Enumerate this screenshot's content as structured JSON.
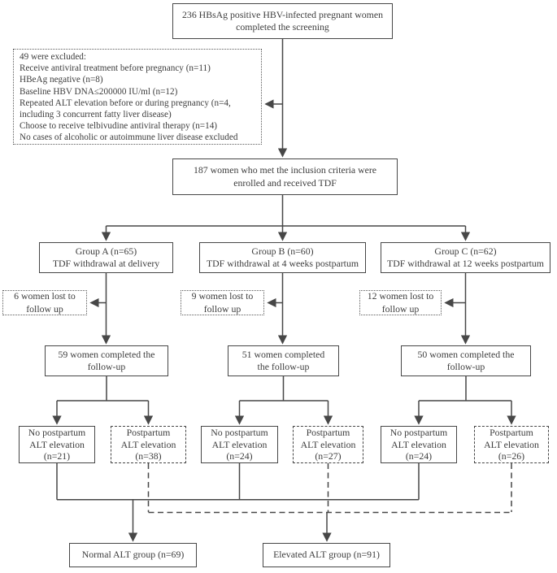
{
  "figure": {
    "background": "#ffffff",
    "line_color": "#474747",
    "text_color": "#3d3d3d",
    "nodes": {
      "screening": "236 HBsAg positive HBV-infected pregnant women\ncompleted the screening",
      "excluded": "49 were excluded:\nReceive antiviral treatment before pregnancy (n=11)\nHBeAg negative (n=8)\nBaseline HBV DNA≤200000 IU/ml (n=12)\nRepeated ALT elevation before or during pregnancy (n=4,\nincluding 3 concurrent fatty liver disease)\nChoose to receive telbivudine antiviral therapy (n=14)\nNo cases of alcoholic or autoimmune liver disease excluded",
      "enrolled": "187 women who met the inclusion criteria were\nenrolled and received TDF",
      "group_a": "Group A (n=65)\nTDF withdrawal at delivery",
      "group_b": "Group B (n=60)\nTDF withdrawal at 4 weeks postpartum",
      "group_c": "Group C (n=62)\nTDF withdrawal at 12 weeks postpartum",
      "lost_a": "6 women lost to\nfollow up",
      "lost_b": "9 women lost to\nfollow up",
      "lost_c": "12 women lost to\nfollow up",
      "completed_a": "59 women completed the\nfollow-up",
      "completed_b": "51 women completed\nthe follow-up",
      "completed_c": "50 women completed the\nfollow-up",
      "no_alt_a": "No postpartum\nALT elevation\n(n=21)",
      "alt_a": "Postpartum\nALT elevation\n(n=38)",
      "no_alt_b": "No postpartum\nALT elevation\n(n=24)",
      "alt_b": "Postpartum\nALT elevation\n(n=27)",
      "no_alt_c": "No postpartum\nALT elevation\n(n=24)",
      "alt_c": "Postpartum\nALT elevation\n(n=26)",
      "normal_group": "Normal ALT group (n=69)",
      "elevated_group": "Elevated ALT group (n=91)"
    }
  }
}
